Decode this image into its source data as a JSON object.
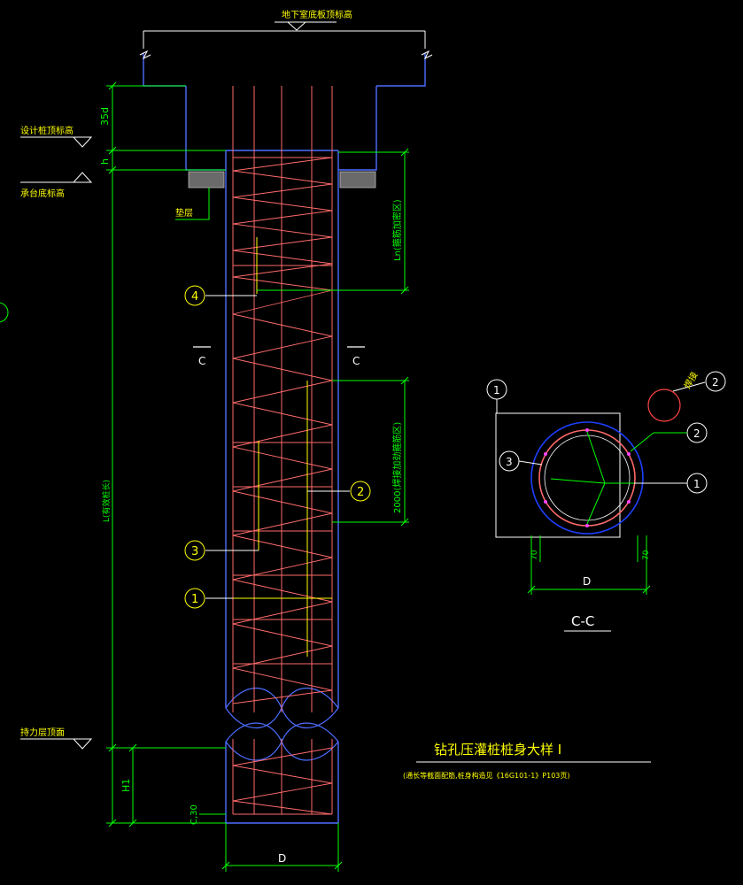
{
  "labels": {
    "basement_floor_top": "地下室底板顶标高",
    "pile_top_design": "设计桩顶标高",
    "cap_bottom": "承台底标高",
    "cushion": "垫层",
    "bearing_layer_top": "持力层顶面",
    "anchor_35d": "35d",
    "h": "h",
    "ln_zone": "Ln(箍筋加密区)",
    "weld_zone": "2000(焊接加劲箍筋区)",
    "L_effective": "L(有效桩长)",
    "H1": "H1",
    "C30": "C,30",
    "D_main": "D",
    "section_mark": "C",
    "weld_ring": "焊接",
    "dim_70": "70",
    "D_section": "D",
    "section_title": "C-C"
  },
  "callouts": [
    "1",
    "2",
    "3",
    "4"
  ],
  "title": {
    "main": "钻孔压灌桩桩身大样 I",
    "note": "(通长等截面配筋,桩身构造见《16G101-1》P103页)"
  },
  "colors": {
    "background": "#000000",
    "outline": "#4d6dff",
    "rebar": "#ff6a6a",
    "dimension": "#00ff00",
    "annotation": "#ffff00",
    "section_ring": "#1e3fff"
  }
}
